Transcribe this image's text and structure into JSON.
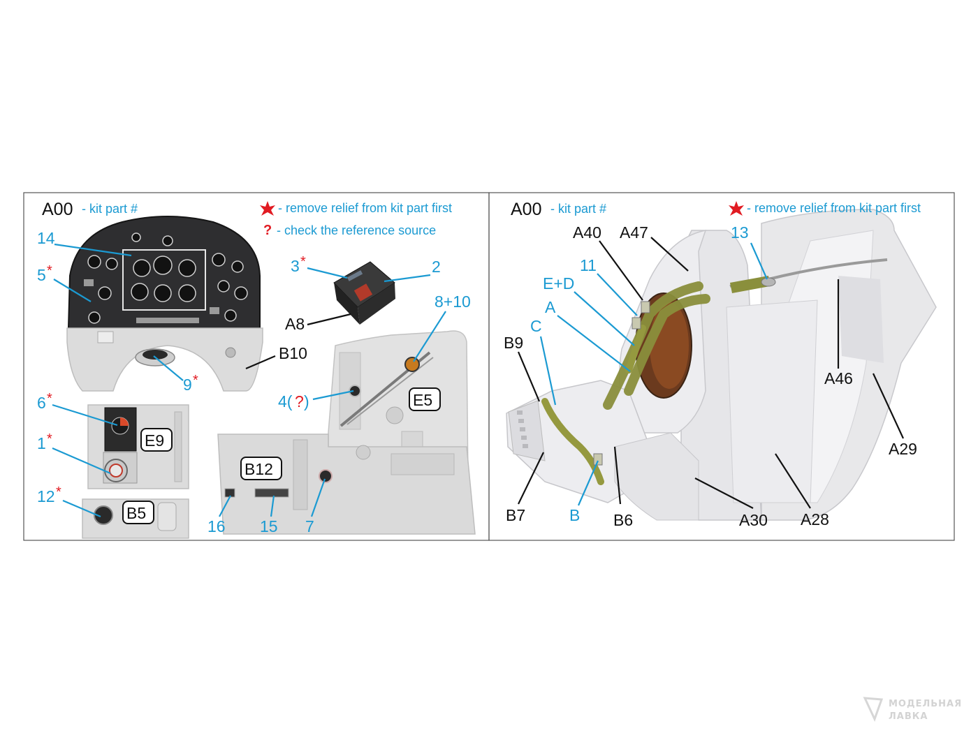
{
  "colors": {
    "accent": "#1b9ad2",
    "marker": "#e11b22",
    "code": "#111111",
    "border": "#555555"
  },
  "left_panel": {
    "title_code": "A00",
    "title_suffix": "- kit part #",
    "legend_star_text": "- remove relief from kit part first",
    "legend_q_mark": "?",
    "legend_q_text": "- check the reference source",
    "decal_numbers": [
      "14",
      "5",
      "3",
      "2",
      "8+10",
      "4(",
      "?",
      ")",
      "9",
      "6",
      "1",
      "12",
      "16",
      "15",
      "7"
    ],
    "part_codes": [
      "A8",
      "B10"
    ],
    "boxed_codes": [
      "E5",
      "E9",
      "B12",
      "B5"
    ]
  },
  "right_panel": {
    "title_code": "A00",
    "title_suffix": "- kit part #",
    "legend_star_text": "- remove relief from kit part first",
    "decal_numbers": [
      "13",
      "11",
      "E+D",
      "A",
      "C",
      "B"
    ],
    "part_codes": [
      "A40",
      "A47",
      "B9",
      "A46",
      "A29",
      "B7",
      "B6",
      "A30",
      "A28"
    ]
  },
  "watermark": {
    "line1": "МОДЕЛЬНАЯ",
    "line2": "ЛАВКА"
  }
}
